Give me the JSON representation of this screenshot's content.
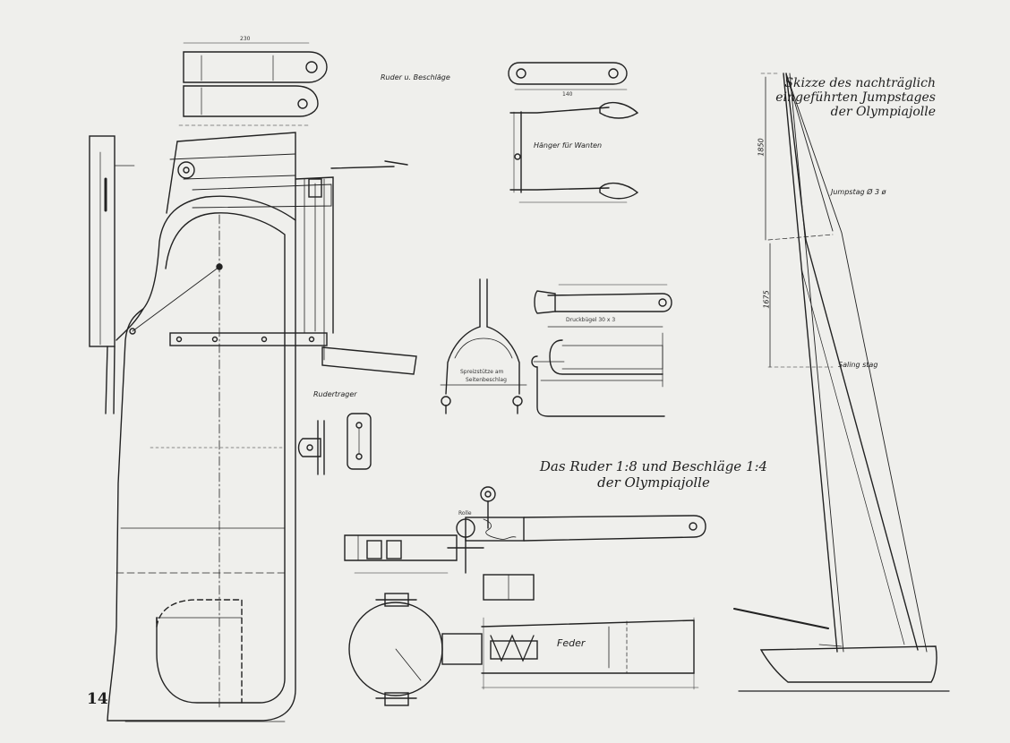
{
  "page_number": "14",
  "titles": {
    "rudder_line1": "Das Ruder 1:8 und Beschläge 1:4",
    "rudder_line2": "der Olympiajolle",
    "jumpstay_line1": "Skizze des nachträglich",
    "jumpstay_line2": "eingeführten Jumpstages",
    "jumpstay_line3": "der Olympiajolle"
  },
  "annotations": {
    "ruder_beschlaege": "Ruder u. Beschläge",
    "haenger_fuer_wanten": "Hänger für Wanten",
    "ruddertraeger": "Rudertrager",
    "druckbuegel": "Druckbügel 30 x 3",
    "spreizstuetze": "Spreizstütze am",
    "seitenbeschlag": "Seitenbeschlag",
    "jumpstag": "Jumpstag Ø 3 ø",
    "salingstag": "Saling stag",
    "feder": "Feder",
    "rolle": "Rolle",
    "dim_1850": "1850",
    "dim_1675": "1675",
    "dim_230": "230",
    "dim_140": "140"
  },
  "colors": {
    "paper": "#efefec",
    "ink": "#222222"
  }
}
